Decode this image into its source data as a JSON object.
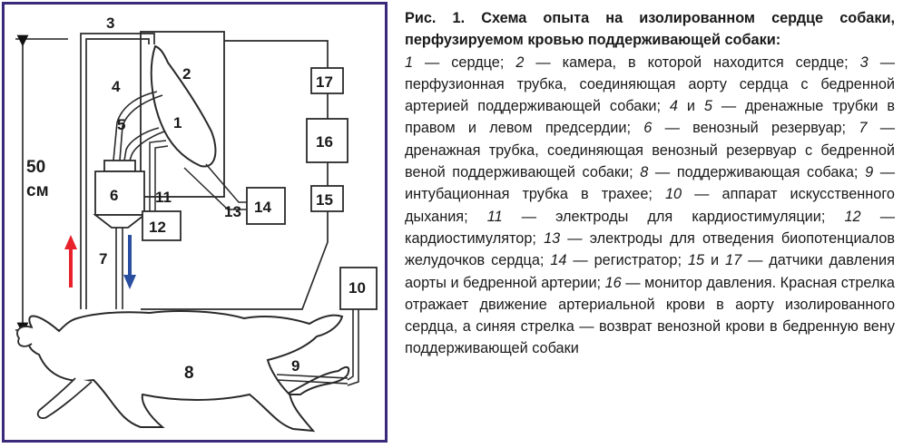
{
  "caption": {
    "title": "Рис. 1. Схема опыта на изолированном сердце собаки, перфузируемом кровью поддерживающей собаки:",
    "items": [
      {
        "n": "1",
        "sep": " — ",
        "text": "сердце; "
      },
      {
        "n": "2",
        "sep": " — ",
        "text": "камера, в которой находится сердце; "
      },
      {
        "n": "3",
        "sep": " — ",
        "text": "перфузионная трубка, соединяющая аорту сердца с бедренной артерией поддерживающей собаки; "
      },
      {
        "n": "4",
        "sep": " и ",
        "text": ""
      },
      {
        "n": "5",
        "sep": " — ",
        "text": "дренажные трубки в правом и левом предсердии; "
      },
      {
        "n": "6",
        "sep": " — ",
        "text": "венозный резервуар; "
      },
      {
        "n": "7",
        "sep": " — ",
        "text": "дренажная трубка, соединяющая венозный резервуар с бедренной веной поддерживающей собаки; "
      },
      {
        "n": "8",
        "sep": " — ",
        "text": "поддерживающая собака; "
      },
      {
        "n": "9",
        "sep": " — ",
        "text": "интубационная трубка в трахее; "
      },
      {
        "n": "10",
        "sep": " — ",
        "text": "аппарат искусственного дыхания; "
      },
      {
        "n": "11",
        "sep": " — ",
        "text": "электроды для кардиостимуляции; "
      },
      {
        "n": "12",
        "sep": " — ",
        "text": "кардиостимулятор; "
      },
      {
        "n": "13",
        "sep": " — ",
        "text": "электроды для отведения биопотенциалов желудочков сердца; "
      },
      {
        "n": "14",
        "sep": " — ",
        "text": "регистратор; "
      },
      {
        "n": "15",
        "sep": " и ",
        "text": ""
      },
      {
        "n": "17",
        "sep": " — ",
        "text": "датчики давления аорты и бедренной артерии; "
      },
      {
        "n": "16",
        "sep": " — ",
        "text": "монитор давления. Красная стрелка отражает движение артериальной крови в аорту изолированного сердца, а синяя стрелка — возврат венозной крови в бедренную вену поддерживающей собаки"
      }
    ]
  },
  "diagram": {
    "labels": {
      "l1": "1",
      "l2": "2",
      "l3": "3",
      "l4": "4",
      "l5": "5",
      "l6": "6",
      "l7": "7",
      "l8": "8",
      "l9": "9",
      "l10": "10",
      "l11": "11",
      "l12": "12",
      "l13": "13",
      "l14": "14",
      "l15": "15",
      "l16": "16",
      "l17": "17"
    },
    "height_value": "50",
    "height_unit": "см",
    "colors": {
      "arterial_arrow": "#e8212b",
      "venous_arrow": "#2a4fa0",
      "frame": "#3b2a7a"
    }
  }
}
